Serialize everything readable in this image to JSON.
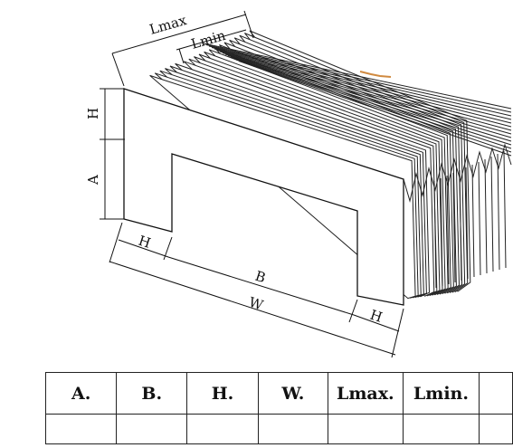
{
  "diagram": {
    "labels": {
      "lmax": "Lmax",
      "lmin": "Lmin",
      "h_top": "H",
      "a": "A",
      "h_left": "H",
      "b": "B",
      "w": "W",
      "h_right": "H"
    }
  },
  "table": {
    "headers": [
      "A.",
      "B.",
      "H.",
      "W.",
      "Lmax.",
      "Lmin.",
      ""
    ],
    "rows": [
      [
        "",
        "",
        "",
        "",
        "",
        "",
        ""
      ]
    ]
  },
  "colors": {
    "line": "#222222",
    "accent": "#d08a40"
  }
}
